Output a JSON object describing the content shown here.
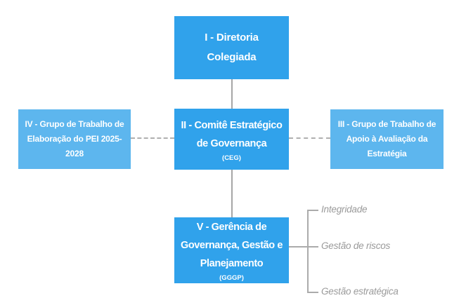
{
  "org_chart": {
    "colors": {
      "primary_box_fill": "#30A2EB",
      "secondary_box_fill": "#5DB6EE",
      "box_text": "#FFFFFF",
      "solid_connector": "#A6A6A6",
      "dashed_connector": "#AFAFAF",
      "bracket_line": "#ABABAB",
      "function_label_text": "#9A9A9A",
      "background": "#FFFFFF"
    },
    "boxes": {
      "diretoria": {
        "lines": [
          "I - Diretoria",
          "Colegiada"
        ]
      },
      "comite": {
        "lines": [
          "II - Comitê Estratégico",
          "de Governança"
        ],
        "acronym": "(CEG)"
      },
      "gt_elaboracao": {
        "lines": [
          "IV - Grupo de Trabalho de",
          "Elaboração do PEI 2025-",
          "2028"
        ]
      },
      "gt_apoio": {
        "lines": [
          "III - Grupo de Trabalho de",
          "Apoio à Avaliação da",
          "Estratégia"
        ]
      },
      "gerencia": {
        "lines": [
          "V - Gerência de",
          "Governança, Gestão e",
          "Planejamento"
        ],
        "acronym": "(GGGP)"
      }
    },
    "functions": [
      "Integridade",
      "Gestão de riscos",
      "Gestão estratégica"
    ]
  }
}
